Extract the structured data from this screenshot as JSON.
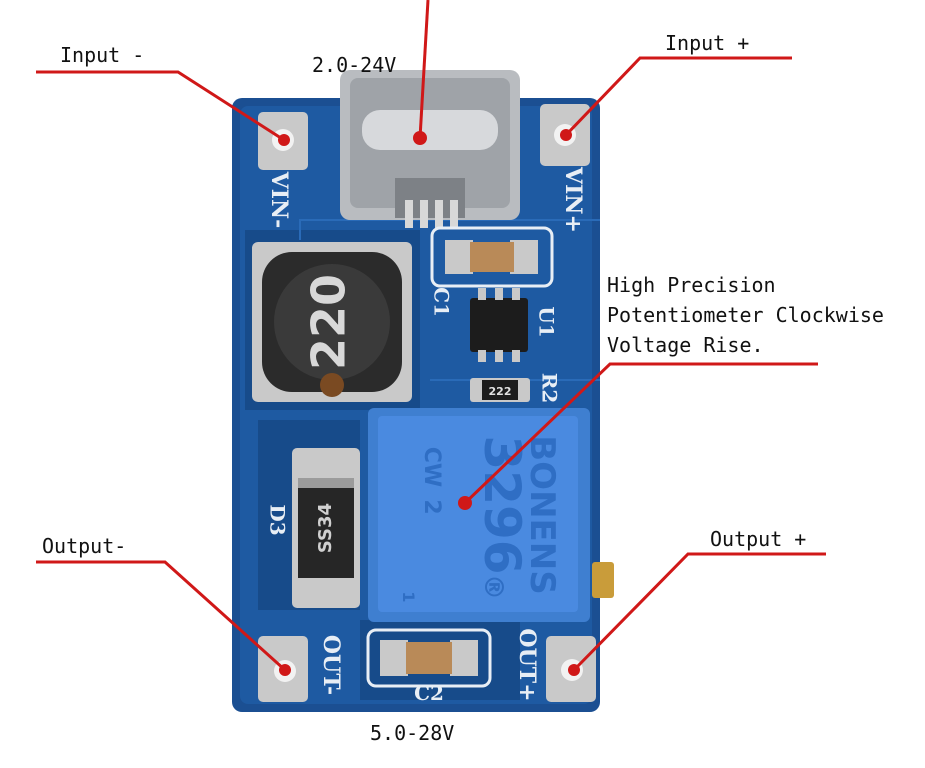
{
  "colors": {
    "pcb": "#1b4f92",
    "pcb_dark": "#123a70",
    "silkscreen": "#e8eef5",
    "pad_metal": "#c9c9c9",
    "leader_line": "#d01818",
    "trimmer_blue": "#3f7fd0",
    "label_text": "#111111"
  },
  "annotations": {
    "input_neg": "Input -",
    "input_pos": "Input +",
    "input_voltage": "2.0-24V",
    "output_neg": "Output-",
    "output_pos": "Output +",
    "output_voltage": "5.0-28V",
    "pot_note_line1": "High Precision",
    "pot_note_line2": "Potentiometer Clockwise",
    "pot_note_line3": "Voltage Rise."
  },
  "board": {
    "silk": {
      "vin_neg": "VIN-",
      "vin_pos": "VIN+",
      "out_neg": "OUT-",
      "out_pos": "OUT+",
      "c1": "C1",
      "c2": "C2",
      "u1": "U1",
      "r2": "R2",
      "d3": "D3"
    },
    "inductor_marking": "220",
    "diode_marking": "SS34",
    "resistor_marking": "222",
    "trimmer": {
      "brand": "BONENS",
      "model": "3296",
      "cw": "CW",
      "two": "2",
      "one": "1",
      "registered": "®"
    }
  }
}
